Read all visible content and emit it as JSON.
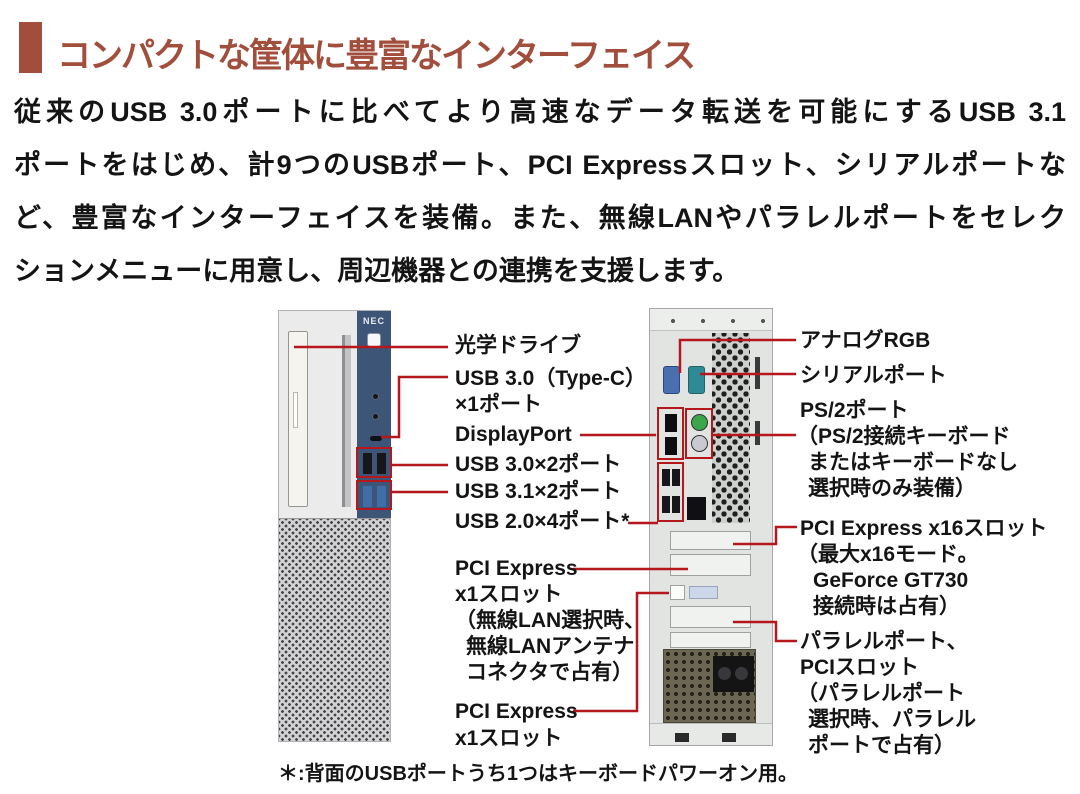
{
  "header": {
    "title": "コンパクトな筐体に豊富なインターフェイス"
  },
  "intro": {
    "lines": [
      "従来のUSB 3.0ポートに比べてより高速なデータ転送を可能にするUSB 3.1",
      "ポートをはじめ、計9つのUSBポート、PCI Expressスロット、シリアルポートな",
      "ど、豊富なインターフェイスを装備。また、無線LANやパラレルポートをセレク",
      "ションメニューに用意し、周辺機器との連携を支援します。"
    ]
  },
  "figure": {
    "front_unit": {
      "brand": "NEC"
    },
    "front_callouts": {
      "optical": "光学ドライブ",
      "usb30_typec_1": "USB 3.0（Type-C）",
      "usb30_typec_2": "×1ポート",
      "displayport": "DisplayPort",
      "usb30x2": "USB 3.0×2ポート",
      "usb31x2": "USB 3.1×2ポート",
      "usb20x4": "USB 2.0×4ポート*",
      "pcie_wlan_1": "PCI Express",
      "pcie_wlan_2": "x1スロット",
      "pcie_wlan_3": "（無線LAN選択時、",
      "pcie_wlan_4": "無線LANアンテナ",
      "pcie_wlan_5": "コネクタで占有）",
      "pcie2_1": "PCI Express",
      "pcie2_2": "x1スロット"
    },
    "rear_callouts": {
      "analog_rgb": "アナログRGB",
      "serial": "シリアルポート",
      "ps2_1": "PS/2ポート",
      "ps2_2": "（PS/2接続キーボード",
      "ps2_3": "またはキーボードなし",
      "ps2_4": "選択時のみ装備）",
      "pcie_x16_1": "PCI Express x16スロット",
      "pcie_x16_2": "（最大x16モード。",
      "pcie_x16_3": "GeForce GT730",
      "pcie_x16_4": "接続時は占有）",
      "parallel_1": "パラレルポート、",
      "parallel_2": "PCIスロット",
      "parallel_3": "（パラレルポート",
      "parallel_4": "選択時、パラレル",
      "parallel_5": "ポートで占有）"
    },
    "footnote": "＊:背面のUSBポートうち1つはキーボードパワーオン用。"
  },
  "colors": {
    "heading": "#a24e3c",
    "callout_red": "#b5171d",
    "front_panel_blue": "#3d5677",
    "vga_blue": "#4a6fae",
    "serial_teal": "#2f8a96",
    "ps2_green": "#3da64a"
  }
}
